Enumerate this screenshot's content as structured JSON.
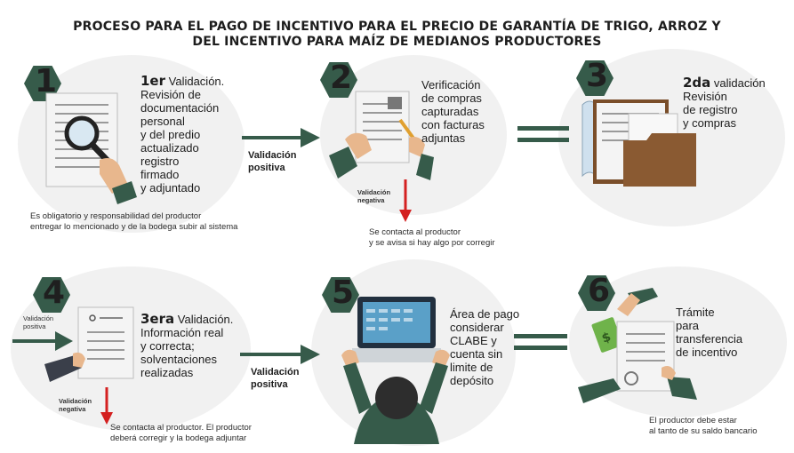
{
  "title": {
    "line1": "PROCESO PARA EL PAGO DE INCENTIVO PARA EL PRECIO DE GARANTÍA DE TRIGO, ARROZ Y",
    "line2": "DEL INCENTIVO PARA MAÍZ DE MEDIANOS PRODUCTORES"
  },
  "colors": {
    "green": "#365b4a",
    "red": "#d42020",
    "paper": "#f4f4f4",
    "folder": "#8a5a32"
  },
  "steps": [
    {
      "number": "1",
      "heading": "1er",
      "heading_rest": " Validación.",
      "lines": [
        "Revisión de",
        "documentación",
        "personal",
        "y del predio",
        "actualizado",
        "registro",
        "firmado",
        "y adjuntado"
      ],
      "note_lines": [
        "Es obligatorio y responsabilidad del productor",
        "entregar lo mencionado y de la bodega subir al sistema"
      ],
      "icon": "magnifier-document-icon"
    },
    {
      "number": "2",
      "lines": [
        "Verificación",
        "de compras",
        "capturadas",
        "con facturas",
        "adjuntas"
      ],
      "negative_label_lines": [
        "Validación",
        "negativa"
      ],
      "negative_note_lines": [
        "Se contacta al productor",
        "y se avisa si hay algo por  corregir"
      ],
      "icon": "document-pen-icon"
    },
    {
      "number": "3",
      "heading": "2da",
      "heading_rest": " validación",
      "lines": [
        "Revisión",
        "de registro",
        "y compras"
      ],
      "icon": "folder-icon"
    },
    {
      "number": "4",
      "heading": "3era",
      "heading_rest": " Validación.",
      "lines": [
        "Información real",
        "y correcta;",
        "solventaciones",
        "realizadas"
      ],
      "positive_label_lines": [
        "Validación",
        "positiva"
      ],
      "negative_label_lines": [
        "Validación",
        "negativa"
      ],
      "negative_note_lines": [
        "Se contacta al productor. El productor",
        "deberá corregir y la bodega adjuntar"
      ],
      "icon": "checklist-document-icon"
    },
    {
      "number": "5",
      "lines": [
        "Área de pago",
        "considerar",
        "CLABE y",
        "cuenta sin",
        "limite de",
        "depósito"
      ],
      "icon": "laptop-icon"
    },
    {
      "number": "6",
      "lines": [
        "Trámite",
        "para",
        "transferencia",
        "de incentivo"
      ],
      "note_lines": [
        "El productor debe estar",
        "al tanto de su saldo bancario"
      ],
      "icon": "money-transfer-icon"
    }
  ],
  "connectors": {
    "positive_1": [
      "Validación",
      "positiva"
    ],
    "positive_4": [
      "Validación",
      "positiva"
    ]
  }
}
